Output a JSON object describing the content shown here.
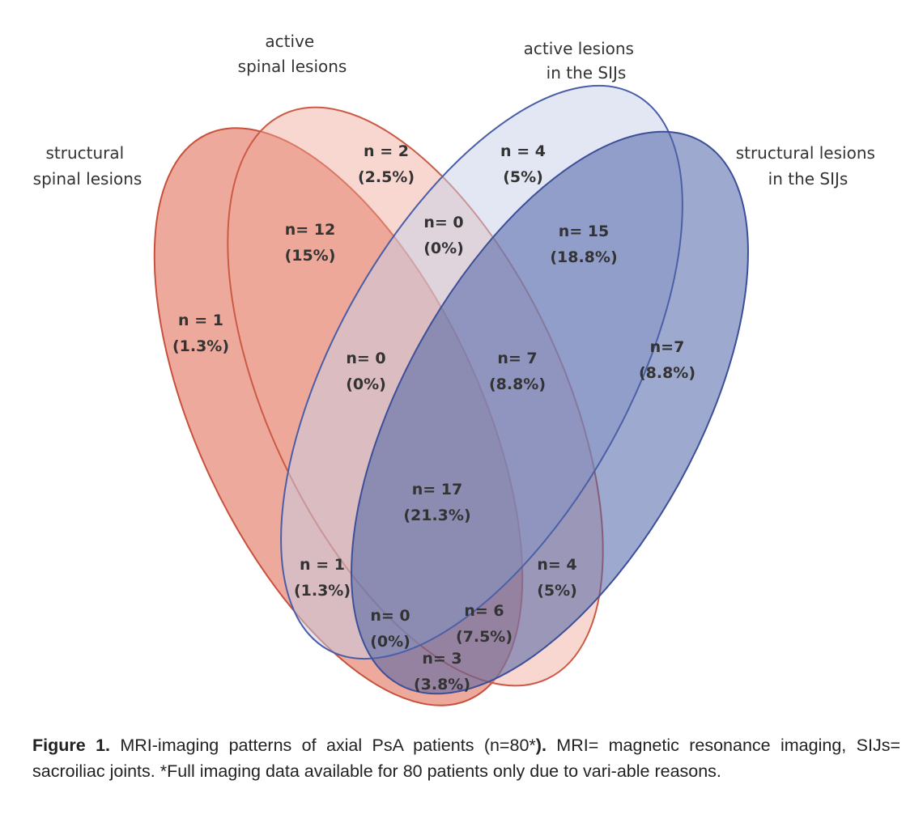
{
  "sets": [
    {
      "id": "structural-spinal",
      "label_lines": [
        "structural",
        "spinal lesions"
      ],
      "fill": "#e06a52",
      "stroke": "#c8503c",
      "opacity": 0.58
    },
    {
      "id": "active-spinal",
      "label_lines": [
        "active",
        "spinal lesions"
      ],
      "fill": "#f0a698",
      "stroke": "#cc5a45",
      "opacity": 0.45
    },
    {
      "id": "active-sijs",
      "label_lines": [
        "active lesions",
        "in the SIJs"
      ],
      "fill": "#c5d0e8",
      "stroke": "#4a5ea8",
      "opacity": 0.5
    },
    {
      "id": "structural-sijs",
      "label_lines": [
        "structural lesions",
        "in the SIJs"
      ],
      "fill": "#4c63a6",
      "stroke": "#3c4f98",
      "opacity": 0.55
    }
  ],
  "regions": [
    {
      "n": "n = 1",
      "pct": "(1.3%)"
    },
    {
      "n": "n = 2",
      "pct": "(2.5%)"
    },
    {
      "n": "n = 4",
      "pct": "(5%)"
    },
    {
      "n": "n=7",
      "pct": "(8.8%)"
    },
    {
      "n": "n= 12",
      "pct": "(15%)"
    },
    {
      "n": "n= 0",
      "pct": "(0%)"
    },
    {
      "n": "n= 15",
      "pct": "(18.8%)"
    },
    {
      "n": "n= 0",
      "pct": "(0%)"
    },
    {
      "n": "n= 7",
      "pct": "(8.8%)"
    },
    {
      "n": "n= 17",
      "pct": "(21.3%)"
    },
    {
      "n": "n = 1",
      "pct": "(1.3%)"
    },
    {
      "n": "n= 4",
      "pct": "(5%)"
    },
    {
      "n": "n= 0",
      "pct": "(0%)"
    },
    {
      "n": "n= 6",
      "pct": "(7.5%)"
    },
    {
      "n": "n= 3",
      "pct": "(3.8%)"
    }
  ],
  "caption": {
    "label": "Figure 1.",
    "text_before": " MRI-imaging patterns of axial PsA patients (n=80*",
    "close": ").",
    "text_after": " MRI= magnetic resonance imaging, SIJs= sacroiliac joints. *Full imaging data available for 80 patients only due to vari-able reasons."
  }
}
